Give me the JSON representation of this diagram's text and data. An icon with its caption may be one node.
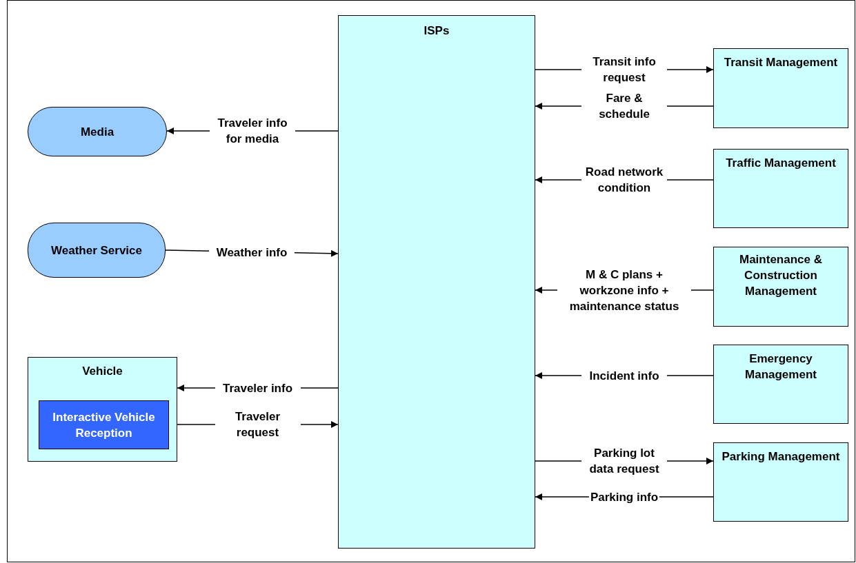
{
  "diagram": {
    "nodes": [
      {
        "text": [
          "ISPs"
        ]
      },
      {
        "text": [
          "Media"
        ]
      },
      {
        "text": [
          "Weather Service"
        ]
      },
      {
        "text": [
          "Vehicle"
        ]
      },
      {
        "text": [
          "Interactive Vehicle Reception"
        ],
        "in": 3
      },
      {
        "text": [
          "Transit Management"
        ]
      },
      {
        "text": [
          "Traffic Management"
        ]
      },
      {
        "text": [
          "Maintenance & Construction Management"
        ]
      },
      {
        "text": [
          "Emergency Management"
        ]
      },
      {
        "text": [
          "Parking Management"
        ]
      }
    ],
    "edges": [
      {
        "from": 0,
        "to": 5,
        "arrow": "to",
        "label": "Transit info request"
      },
      {
        "from": 5,
        "to": 0,
        "arrow": "to",
        "label": "Fare & schedule"
      },
      {
        "from": 0,
        "to": 1,
        "arrow": "to",
        "label": "Traveler info for media"
      },
      {
        "from": 2,
        "to": 0,
        "arrow": "to",
        "label": "Weather info"
      },
      {
        "from": 6,
        "to": 0,
        "arrow": "to",
        "label": "Road network condition"
      },
      {
        "from": 7,
        "to": 0,
        "arrow": "to",
        "label": "M & C plans + workzone info + maintenance status"
      },
      {
        "from": 8,
        "to": 0,
        "arrow": "to",
        "label": "Incident info"
      },
      {
        "from": 0,
        "to": 3,
        "arrow": "to",
        "label": "Traveler info"
      },
      {
        "from": 3,
        "to": 0,
        "arrow": "to",
        "label": "Traveler request"
      },
      {
        "from": 0,
        "to": 9,
        "arrow": "to",
        "label": "Parking lot data request"
      },
      {
        "from": 9,
        "to": 0,
        "arrow": "to",
        "label": "Parking info"
      }
    ]
  }
}
